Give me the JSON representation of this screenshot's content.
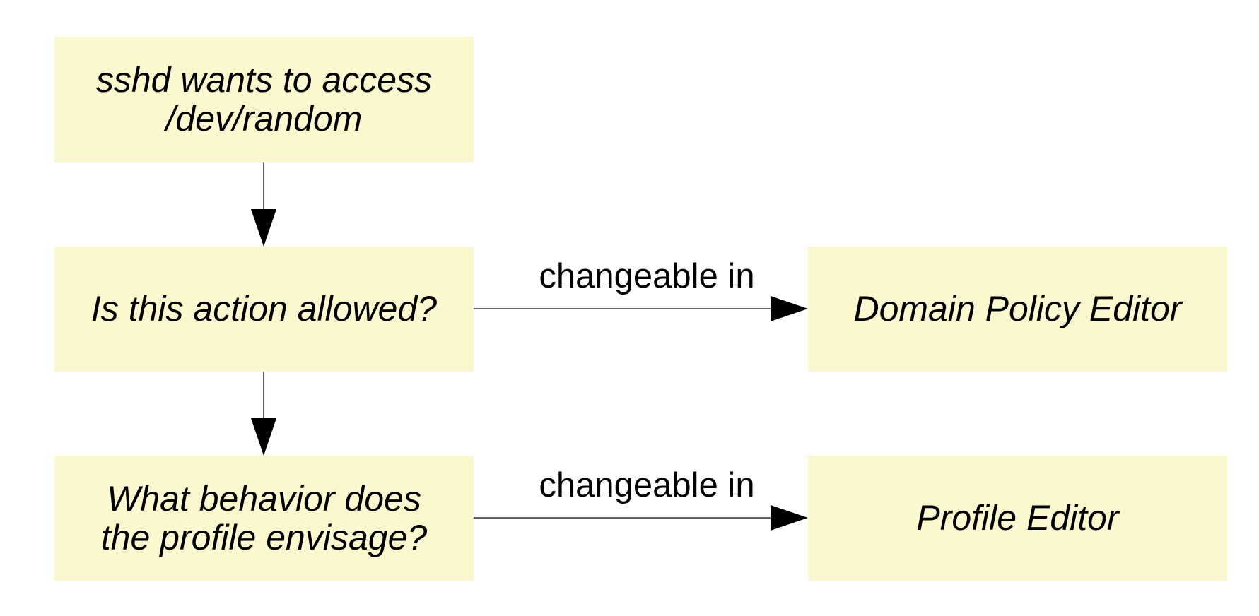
{
  "nodes": {
    "request": "sshd wants to access\n /dev/random",
    "allowed_question": "Is this action allowed?",
    "behavior_question": "What behavior does\nthe profile envisage?",
    "domain_policy_editor": "Domain Policy Editor",
    "profile_editor": "Profile Editor"
  },
  "edges": {
    "policy_label": "changeable in",
    "profile_label": "changeable in"
  },
  "colors": {
    "node_fill": "#fbf8cf",
    "line": "#000000"
  }
}
